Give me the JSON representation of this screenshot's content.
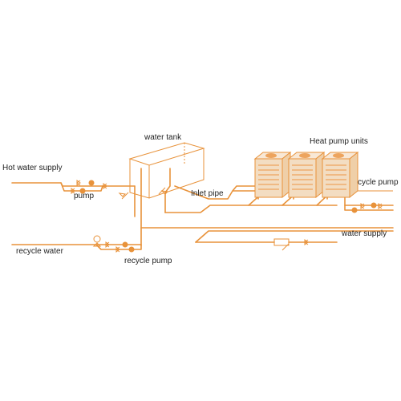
{
  "colors": {
    "pipe": "#E8923A",
    "unit_fill": "#F3DDC2",
    "unit_grill": "#EDA45E",
    "text": "#222222",
    "background": "#ffffff"
  },
  "labels": {
    "hot_water_supply": "Hot water supply",
    "pump": "pump",
    "water_tank": "water tank",
    "inlet_pipe": "Inlet pipe",
    "heat_pump_units": "Heat pump units",
    "cycle_pump": "cycle pump",
    "water_supply": "water supply",
    "recycle_water": "recycle water",
    "recycle_pump": "recycle pump"
  },
  "components": {
    "heat_pump_unit_count": 3
  }
}
